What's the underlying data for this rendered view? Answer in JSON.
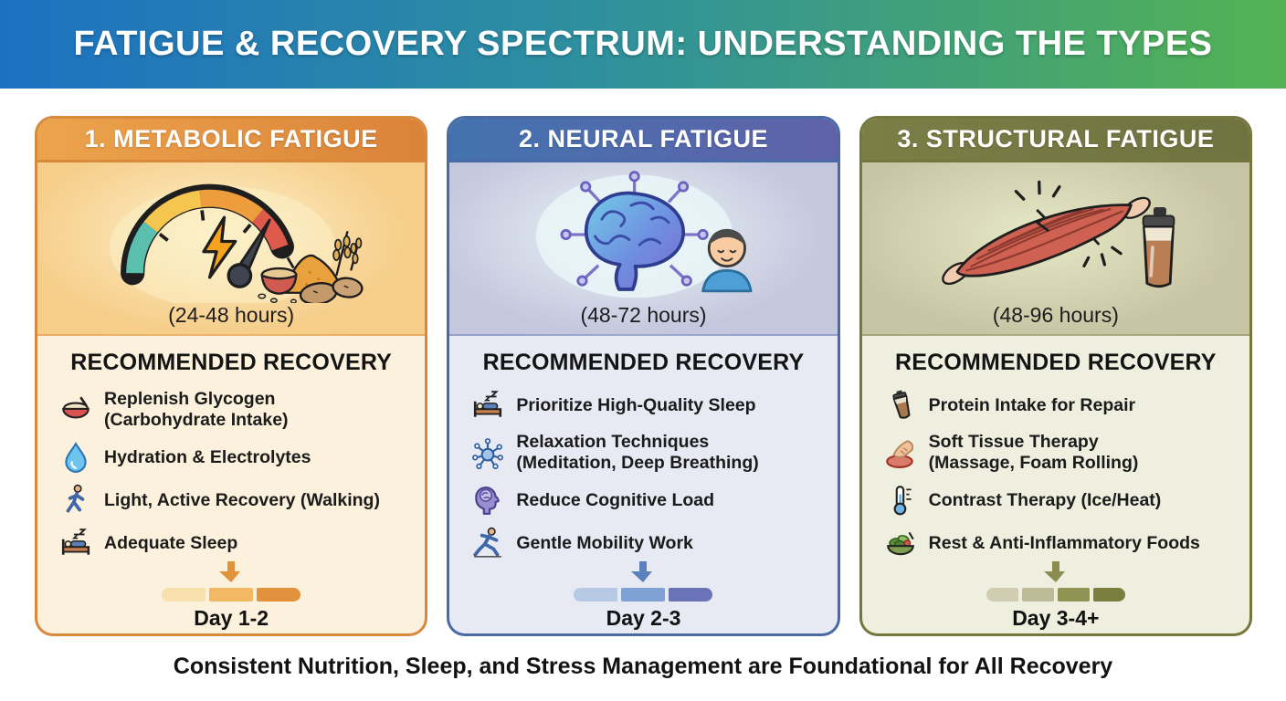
{
  "banner": {
    "title": "FATIGUE & RECOVERY SPECTRUM: UNDERSTANDING THE TYPES",
    "gradient": [
      "#1D71C1",
      "#54B253"
    ]
  },
  "cards": [
    {
      "title": "1. METABOLIC FATIGUE",
      "illustration": "fatigue-gauge-with-carb-foods",
      "duration": "(24-48 hours)",
      "recovery_heading": "RECOMMENDED RECOVERY",
      "items": [
        {
          "icon": "rice-bowl-icon",
          "text": "Replenish Glycogen",
          "text2": "(Carbohydrate Intake)"
        },
        {
          "icon": "water-drop-icon",
          "text": "Hydration & Electrolytes"
        },
        {
          "icon": "walking-person-icon",
          "text": "Light, Active Recovery (Walking)"
        },
        {
          "icon": "sleeping-bed-icon",
          "text": "Adequate Sleep"
        }
      ],
      "timeline": {
        "label": "Day 1-2",
        "segment_colors": [
          "#F7E0AB",
          "#F2B863",
          "#E2923C"
        ]
      },
      "colors": {
        "header": "#E2913F",
        "border": "#D9893B",
        "illustration_bg": "#F6CD89",
        "recovery_bg": "#FCF1DC",
        "arrow": "#E0923D"
      }
    },
    {
      "title": "2. NEURAL FATIGUE",
      "illustration": "brain-with-neural-nodes-and-calm-person",
      "duration": "(48-72 hours)",
      "recovery_heading": "RECOMMENDED RECOVERY",
      "items": [
        {
          "icon": "sleeping-bed-icon",
          "text": "Prioritize High-Quality Sleep"
        },
        {
          "icon": "relaxation-icon",
          "text": "Relaxation Techniques",
          "text2": "(Meditation, Deep Breathing)"
        },
        {
          "icon": "cognitive-load-icon",
          "text": "Reduce Cognitive Load"
        },
        {
          "icon": "mobility-icon",
          "text": "Gentle Mobility Work"
        }
      ],
      "timeline": {
        "label": "Day 2-3",
        "segment_colors": [
          "#B5C9E4",
          "#7FA0D2",
          "#6B73B7"
        ]
      },
      "colors": {
        "header": "#4A70AC",
        "border": "#4A6AA6",
        "illustration_bg": "#C5C7DE",
        "recovery_bg": "#E7E9F3",
        "arrow": "#5B80BA"
      }
    },
    {
      "title": "3. STRUCTURAL FATIGUE",
      "illustration": "torn-muscle-with-protein-shaker",
      "duration": "(48-96 hours)",
      "recovery_heading": "RECOMMENDED RECOVERY",
      "items": [
        {
          "icon": "protein-shaker-icon",
          "text": "Protein Intake for Repair"
        },
        {
          "icon": "massage-icon",
          "text": "Soft Tissue Therapy",
          "text2": "(Massage, Foam Rolling)"
        },
        {
          "icon": "thermometer-icon",
          "text": "Contrast Therapy (Ice/Heat)"
        },
        {
          "icon": "salad-bowl-icon",
          "text": "Rest & Anti-Inflammatory Foods"
        }
      ],
      "timeline": {
        "label": "Day 3-4+",
        "segment_colors": [
          "#D0CDB2",
          "#BDBB97",
          "#8F9354",
          "#7A7F3F"
        ]
      },
      "colors": {
        "header": "#7B7C46",
        "border": "#75773F",
        "illustration_bg": "#C8C5A4",
        "recovery_bg": "#EFEFDF",
        "arrow": "#8A8D4F"
      }
    }
  ],
  "footer": {
    "text": "Consistent Nutrition, Sleep, and Stress Management are Foundational for All Recovery"
  }
}
